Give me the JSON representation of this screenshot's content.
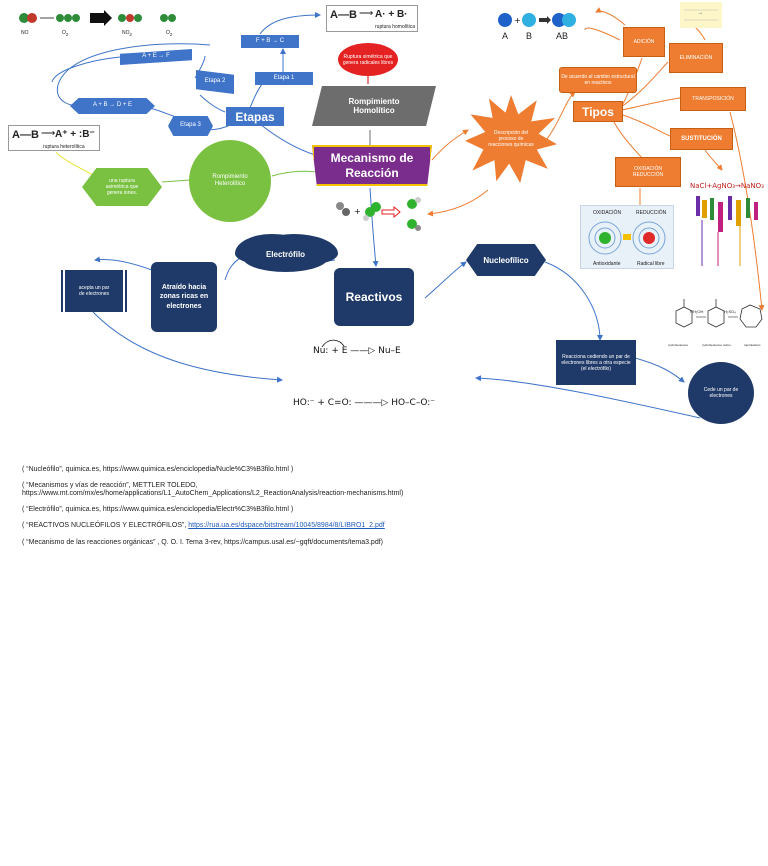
{
  "molecules_top": {
    "no": "NO",
    "o2": "O",
    "no2": "NO",
    "o2b": "O"
  },
  "steps": {
    "etapas": "Etapas",
    "a_e_f": "A + E → F",
    "f_b_c": "F + B → C",
    "etapa1": "Etapa 1",
    "etapa2": "Etapa 2",
    "a_b_d_e": "A + B → D + E",
    "etapa3": "Etapa 3"
  },
  "homolytic": {
    "equation_left": "A—B",
    "equation_right": "A· + B·",
    "caption": "ruptura homolítica",
    "bubble": "Ruptura simétrica que genera radicales libres",
    "label": "Rompimiento Homolítico"
  },
  "heterolytic": {
    "equation_left": "A—B",
    "equation_right": "A⁺ + :B⁻",
    "caption": "ruptura heterolítica",
    "desc": "una ruptura asimétrica que genera iones.",
    "label": "Rompimiento Heterolítico"
  },
  "center": {
    "title": "Mecanismo de Reacción"
  },
  "description": {
    "text": "Descripción del proceso de reacciones químicas"
  },
  "tipos": {
    "label": "Tipos",
    "note": "De acuerdo al cambio estructural en reactivos",
    "adicion": "ADICIÓN",
    "eliminacion": "ELIMINACIÓN",
    "transposicion": "TRANSPOSICIÓN",
    "sustitucion": "SUSTITUCIÓN",
    "oxidacion": "OXIDACIÓN REDUCCIÓN",
    "ab_a": "A",
    "ab_b": "B",
    "ab_ab": "AB",
    "ox_label": "OXIDACIÓN",
    "red_label": "REDUCCIÓN",
    "ox_sub": "Antioxidante",
    "red_sub": "Radical libre"
  },
  "reactivos": {
    "label": "Reactivos",
    "electrofilo": "Electrófilo",
    "nucleofilo": "Nucleofílico",
    "atraido": "Atraído hacia zonas ricas en electrones",
    "acepta": "acepta un par de electrones",
    "reacciona": "Reacciona cediendo un par de electrones libres a otra especie (el electrófilo)",
    "cede": "Cede un par de electrones",
    "eq_left": "Nu:  +  E",
    "eq_right": "Nu–E"
  },
  "oxime": {
    "l1": "cyclohexanone",
    "l2": "cyclohexanone oxime",
    "l3": "caprolactam",
    "r1": "NH₂OH",
    "r2": "H₂SO₄"
  },
  "bottom_eq": {
    "left": "HO:⁻  +  C=O:",
    "right": "HO–C–O:⁻"
  },
  "references": {
    "r1": "( “Nucleófilo”, quimica.es, https://www.quimica.es/enciclopedia/Nucle%C3%B3filo.html )",
    "r2a": "( “Mecanismos y vías de reacción”, METTLER TOLEDO,",
    "r2b": "https://www.mt.com/mx/es/home/applications/L1_AutoChem_Applications/L2_ReactionAnalysis/reaction-mechanisms.html)",
    "r3": "( “Electrófilo”, quimica.es, https://www.quimica.es/enciclopedia/Electr%C3%B3filo.html )",
    "r4a": "( “REACTIVOS NUCLEÓFILOS Y ELECTRÓFILOS”, ",
    "r4link": "https://rua.ua.es/dspace/bitstream/10045/8984/8/LIBRO1_2.pdf",
    "r5": "( “Mecanismo de las reacciones orgánicas” , Q. O. I. Tema 3-rev, https://campus.usal.es/~gqft/documents/tema3.pdf)"
  },
  "colors": {
    "navy": "#1f3a68",
    "blue": "#3f74c9",
    "orange": "#ee7d31",
    "green": "#7ac142",
    "magenta": "#7b2d8e",
    "gray": "#6d6d6d"
  }
}
